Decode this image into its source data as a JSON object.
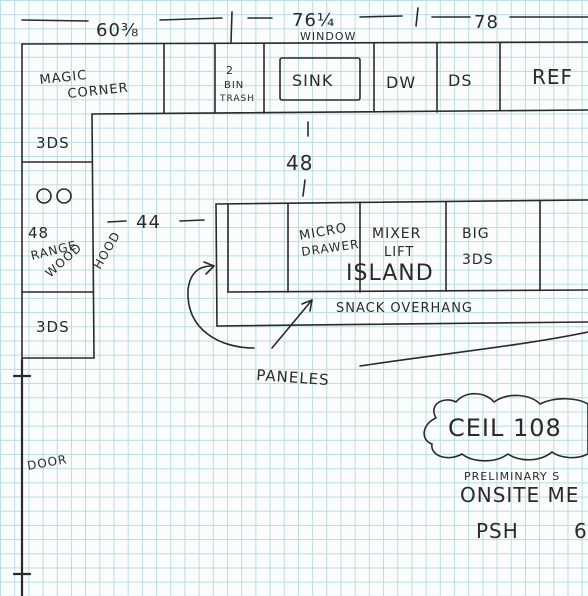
{
  "dimensions": {
    "left_run": "60⅜",
    "window_span": "76¼",
    "right_span": "78",
    "island_gap": "48",
    "hood_gap": "44"
  },
  "labels": {
    "window": "WINDOW",
    "magic_corner_line1": "MAGIC",
    "magic_corner_line2": "CORNER",
    "bin_trash_line1": "2",
    "bin_trash_line2": "BIN",
    "bin_trash_line3": "TRASH",
    "sink": "SINK",
    "dw": "DW",
    "ds": "DS",
    "refrigerator": "REF",
    "upper_3ds": "3DS",
    "lower_3ds": "3DS",
    "range_line1": "48",
    "range_line2": "RANGE",
    "range_line3": "WOOD",
    "range_line4": "HOOD",
    "micro_line1": "MICRO",
    "micro_line2": "DRAWER",
    "mixer_line1": "MIXER",
    "mixer_line2": "LIFT",
    "island": "ISLAND",
    "big_line1": "BIG",
    "big_line2": "3DS",
    "snack_overhang": "SNACK OVERHANG",
    "panels": "PANELES",
    "door": "DOOR",
    "ceiling": "CEIL 108",
    "note_line1": "PRELIMINARY S",
    "note_line2": "ONSITE ME",
    "note_line3": "PSH",
    "note_line4": "6"
  }
}
